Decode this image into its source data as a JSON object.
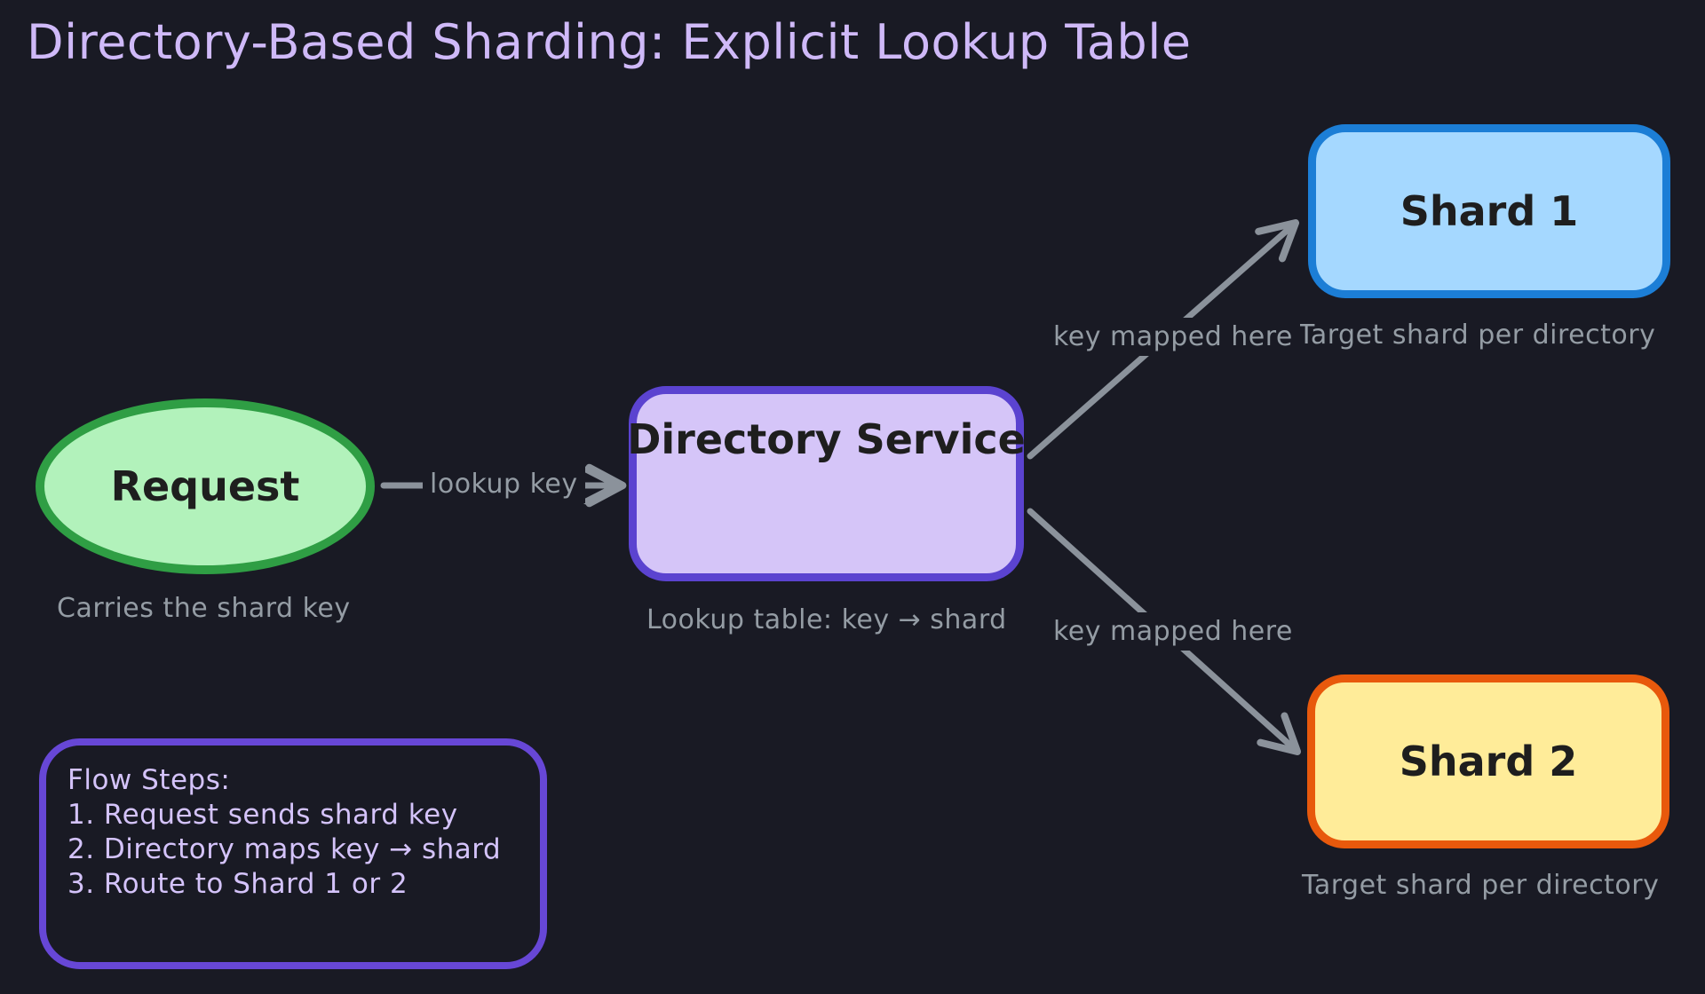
{
  "title": "Directory-Based Sharding: Explicit Lookup Table",
  "colors": {
    "background": "#191a24",
    "title_text": "#cfb9f8",
    "muted_label": "#949ca4",
    "arrow": "#8b929b",
    "node_text": "#1e1e1e",
    "request_fill": "#b2f2bb",
    "request_border": "#2f9e44",
    "directory_fill": "#d5c5f8",
    "directory_border": "#5b43d0",
    "shard1_fill": "#a5d8ff",
    "shard1_border": "#1c7ed6",
    "shard2_fill": "#ffec99",
    "shard2_border": "#e8590c",
    "flow_box_border": "#6747d6",
    "flow_box_text": "#d4c3fa"
  },
  "nodes": {
    "request": {
      "label": "Request",
      "caption": "Carries the shard key"
    },
    "directory": {
      "label": "Directory Service",
      "caption": "Lookup table: key → shard"
    },
    "shard1": {
      "label": "Shard 1",
      "caption": "Target shard per directory"
    },
    "shard2": {
      "label": "Shard 2",
      "caption": "Target shard per directory"
    }
  },
  "edges": {
    "request_to_directory": {
      "label": "lookup key"
    },
    "directory_to_shard1": {
      "label": "key mapped here"
    },
    "directory_to_shard2": {
      "label": "key mapped here"
    }
  },
  "flow_steps": {
    "heading": "Flow Steps:",
    "steps": [
      "1. Request sends shard key",
      "2. Directory maps key → shard",
      "3. Route to Shard 1 or 2"
    ]
  }
}
